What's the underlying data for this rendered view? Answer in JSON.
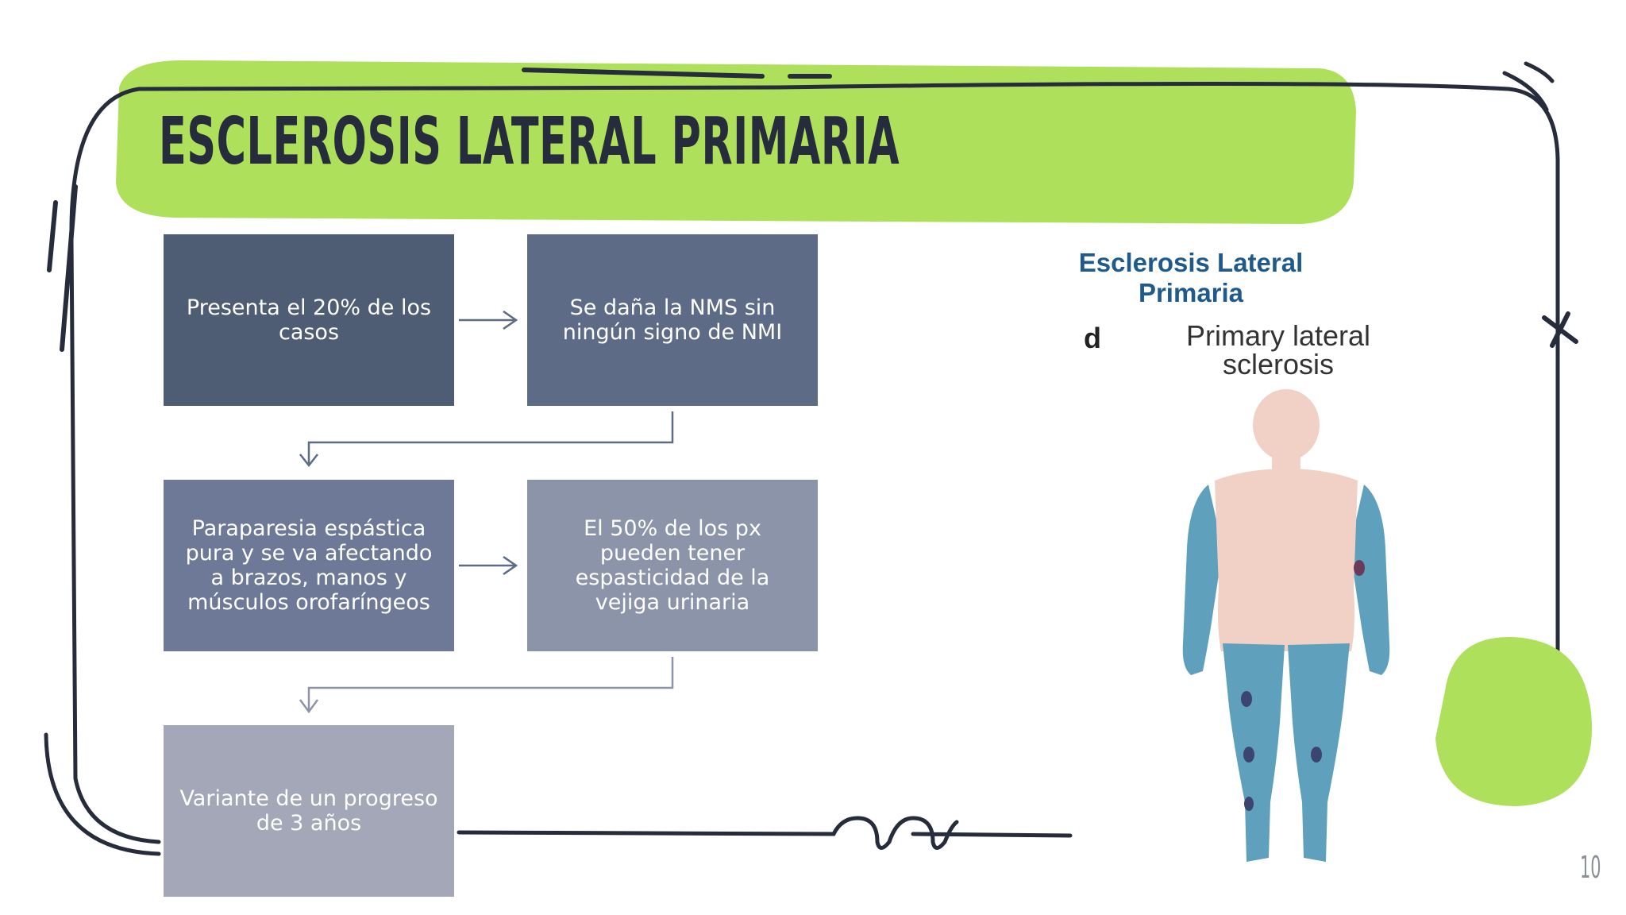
{
  "slide": {
    "title": "Esclerosis lateral primaria",
    "page_number": "10"
  },
  "flow": {
    "steps": [
      "Presenta el 20% de los casos",
      "Se daña la NMS sin ningún signo de NMI",
      "Paraparesia espástica pura y se va afectando a brazos, manos y músculos orofaríngeos",
      "El 50% de los px pueden tener espasticidad de la vejiga urinaria",
      "Variante de un progreso de 3 años"
    ]
  },
  "figure": {
    "heading": "Esclerosis Lateral Primaria",
    "panel_letter": "d",
    "caption": "Primary lateral sclerosis"
  },
  "colors": {
    "accent_green": "#aee05c",
    "outline": "#262c3b"
  }
}
